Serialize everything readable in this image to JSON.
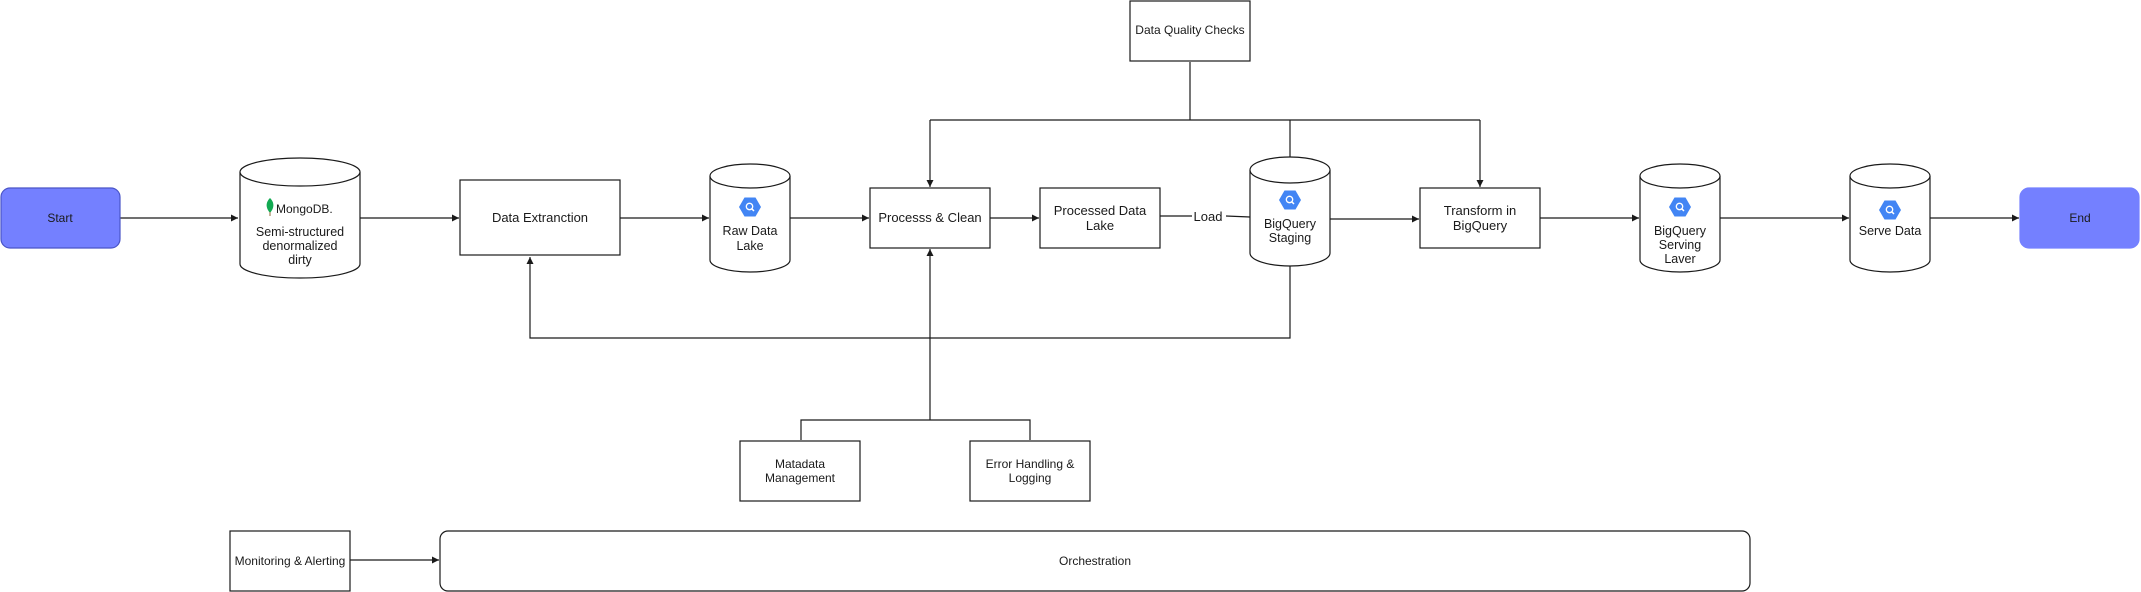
{
  "nodes": {
    "start": "Start",
    "mongo_logo": "MongoDB.",
    "mongo_source": [
      "Semi-structured",
      "denormalized",
      "dirty"
    ],
    "data_extraction": "Data Extranction",
    "raw_data_lake": [
      "Raw Data",
      "Lake"
    ],
    "process_clean": "Processs & Clean",
    "processed_data_lake": [
      "Processed Data",
      "Lake"
    ],
    "bigquery_staging": [
      "BigQuery",
      "Staging"
    ],
    "transform_bigquery": [
      "Transform in",
      "BigQuery"
    ],
    "bigquery_serving": [
      "BigQuery",
      "Serving",
      "Laver"
    ],
    "serve_data": "Serve Data",
    "end": "End",
    "data_quality_checks": "Data Quality Checks",
    "metadata_management": [
      "Matadata",
      "Management"
    ],
    "error_handling": [
      "Error Handling &",
      "Logging"
    ],
    "monitoring_alerting": "Monitoring & Alerting",
    "orchestration": "Orchestration"
  },
  "edges": {
    "load_label": "Load"
  },
  "colors": {
    "terminal_fill": "#7480ff",
    "terminal_stroke": "#4a55c8",
    "stroke": "#1a1a1a",
    "bigquery_icon": "#4285f4",
    "mongodb_leaf": "#13aa52",
    "mongodb_text": "#21313c"
  },
  "icons": {
    "bigquery": "bigquery-icon",
    "mongodb": "mongodb-leaf-icon"
  }
}
